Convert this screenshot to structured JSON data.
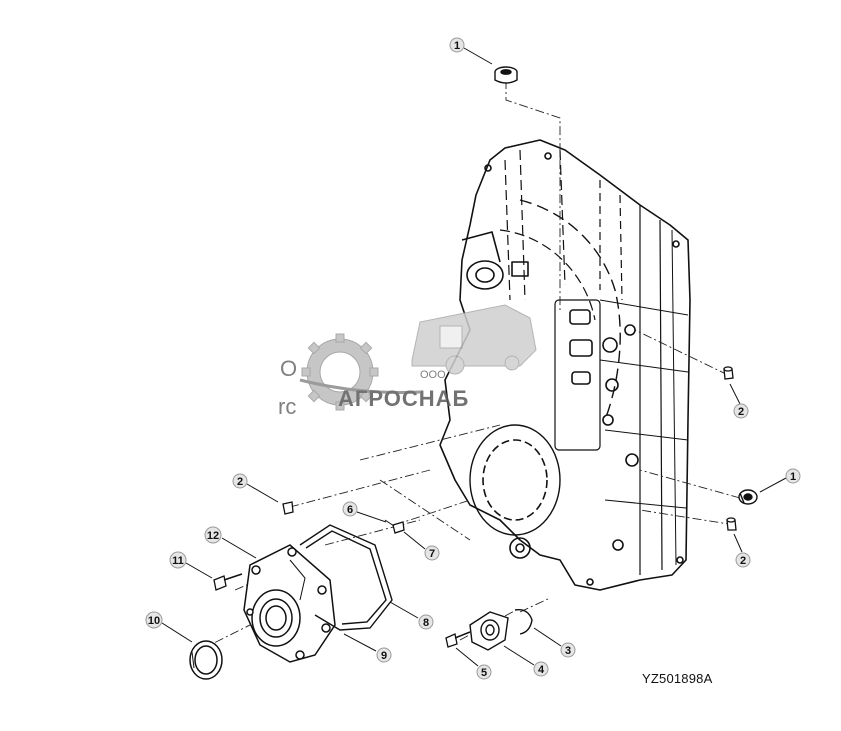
{
  "figure_id": "YZ501898A",
  "callouts": [
    {
      "id": "c1a",
      "num": "1"
    },
    {
      "id": "c2a",
      "num": "2"
    },
    {
      "id": "c1b",
      "num": "1"
    },
    {
      "id": "c2b",
      "num": "2"
    },
    {
      "id": "c2c",
      "num": "2"
    },
    {
      "id": "c6",
      "num": "6"
    },
    {
      "id": "c7",
      "num": "7"
    },
    {
      "id": "c12",
      "num": "12"
    },
    {
      "id": "c11",
      "num": "11"
    },
    {
      "id": "c8",
      "num": "8"
    },
    {
      "id": "c10",
      "num": "10"
    },
    {
      "id": "c9",
      "num": "9"
    },
    {
      "id": "c3",
      "num": "3"
    },
    {
      "id": "c4",
      "num": "4"
    },
    {
      "id": "c5",
      "num": "5"
    }
  ],
  "watermark": {
    "company_prefix": "ООО",
    "company_name": "АГРОСНАБ",
    "fragment_top": "О",
    "fragment_bottom": "rc"
  }
}
